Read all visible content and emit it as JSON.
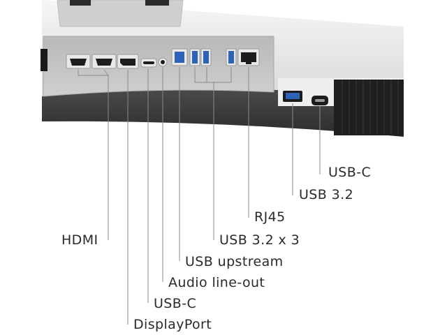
{
  "labels": {
    "hdmi": "HDMI",
    "displayport": "DisplayPort",
    "usb_c_rear": "USB-C",
    "audio_line_out": "Audio line-out",
    "usb_upstream": "USB upstream",
    "usb32_x3": "USB 3.2 x 3",
    "rj45": "RJ45",
    "usb32_side": "USB 3.2",
    "usb_c_side": "USB-C"
  },
  "colors": {
    "body_silver": "#e3e3e3",
    "panel_gray": "#c8c8c8",
    "port_black": "#1c1c1c",
    "usb_blue": "#2d62b8",
    "bezel_dark": "#3a3a3a",
    "leader_line": "#8a8a8a"
  }
}
